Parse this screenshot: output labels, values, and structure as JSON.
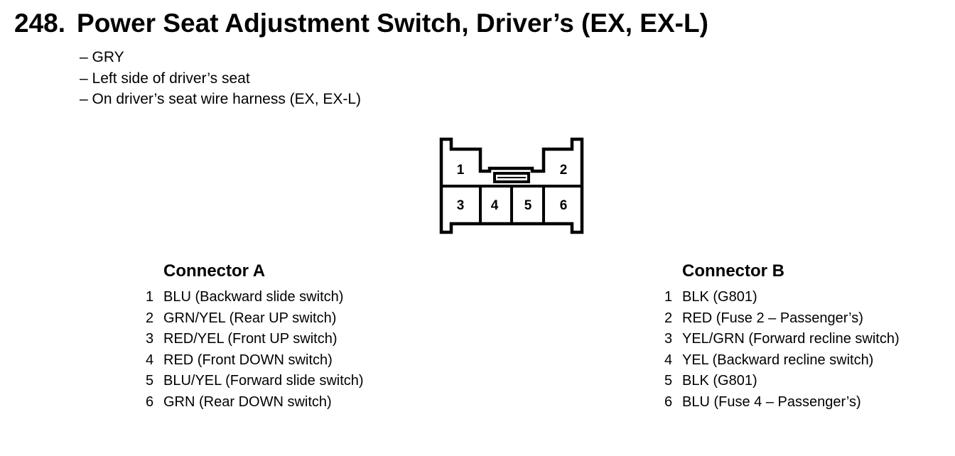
{
  "header": {
    "number": "248.",
    "title": "Power Seat Adjustment Switch, Driver’s (EX, EX-L)"
  },
  "notes": [
    "– GRY",
    "– Left side of driver’s seat",
    "– On driver’s seat wire harness (EX, EX-L)"
  ],
  "connector_diagram": {
    "pins": [
      "1",
      "2",
      "3",
      "4",
      "5",
      "6"
    ]
  },
  "connector_a": {
    "heading": "Connector A",
    "rows": [
      {
        "pin": "1",
        "desc": "BLU (Backward slide switch)"
      },
      {
        "pin": "2",
        "desc": "GRN/YEL (Rear UP switch)"
      },
      {
        "pin": "3",
        "desc": "RED/YEL (Front UP switch)"
      },
      {
        "pin": "4",
        "desc": "RED (Front DOWN switch)"
      },
      {
        "pin": "5",
        "desc": "BLU/YEL (Forward slide switch)"
      },
      {
        "pin": "6",
        "desc": "GRN (Rear DOWN switch)"
      }
    ]
  },
  "connector_b": {
    "heading": "Connector B",
    "rows": [
      {
        "pin": "1",
        "desc": "BLK (G801)"
      },
      {
        "pin": "2",
        "desc": "RED (Fuse 2 – Passenger’s)"
      },
      {
        "pin": "3",
        "desc": "YEL/GRN (Forward recline switch)"
      },
      {
        "pin": "4",
        "desc": "YEL (Backward recline switch)"
      },
      {
        "pin": "5",
        "desc": "BLK (G801)"
      },
      {
        "pin": "6",
        "desc": "BLU (Fuse 4 – Passenger’s)"
      }
    ]
  }
}
